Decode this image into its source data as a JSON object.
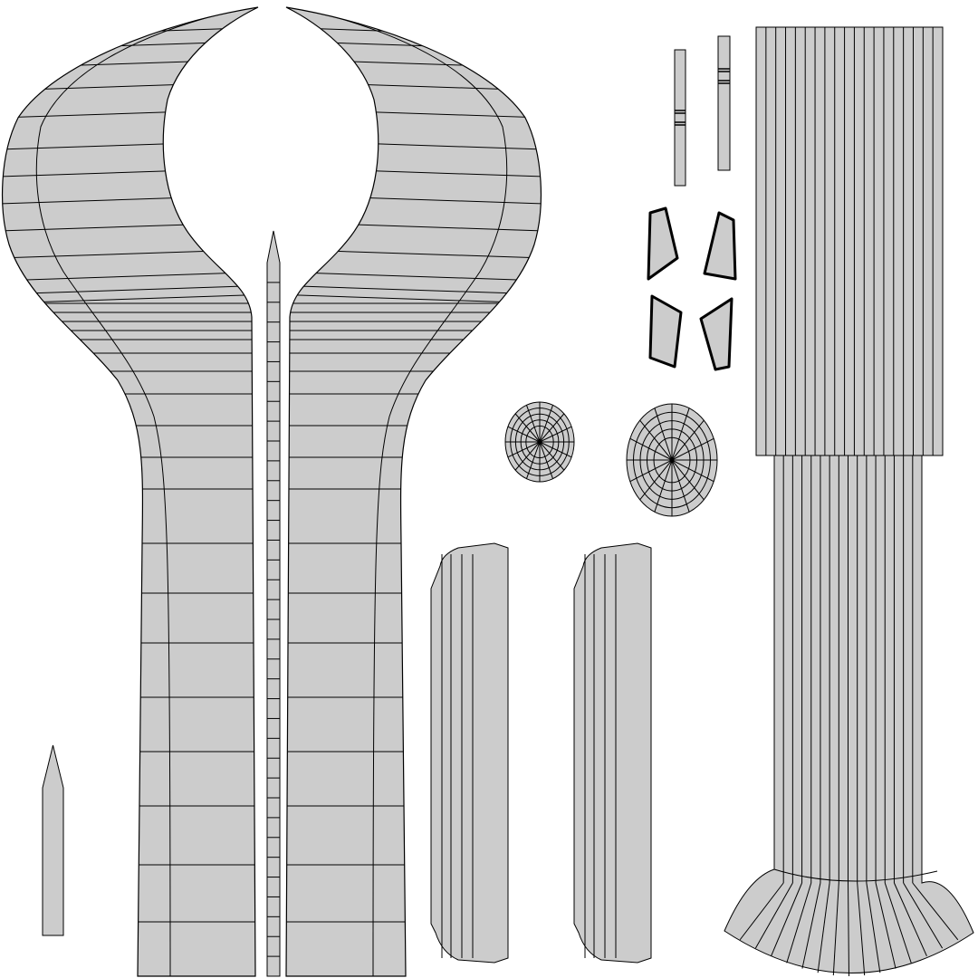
{
  "colors": {
    "background": "#ffffff",
    "island_fill": "#cccccc",
    "edge_stroke": "#000000"
  },
  "layout_type": "uv-map",
  "islands": [
    {
      "name": "left-wing"
    },
    {
      "name": "right-wing"
    },
    {
      "name": "center-spike"
    },
    {
      "name": "small-spike"
    },
    {
      "name": "rounded-bar-left"
    },
    {
      "name": "rounded-bar-right"
    },
    {
      "name": "small-disc"
    },
    {
      "name": "large-disc"
    },
    {
      "name": "thin-strip-left"
    },
    {
      "name": "thin-strip-right"
    },
    {
      "name": "quad-pieces"
    },
    {
      "name": "fluted-column"
    }
  ]
}
